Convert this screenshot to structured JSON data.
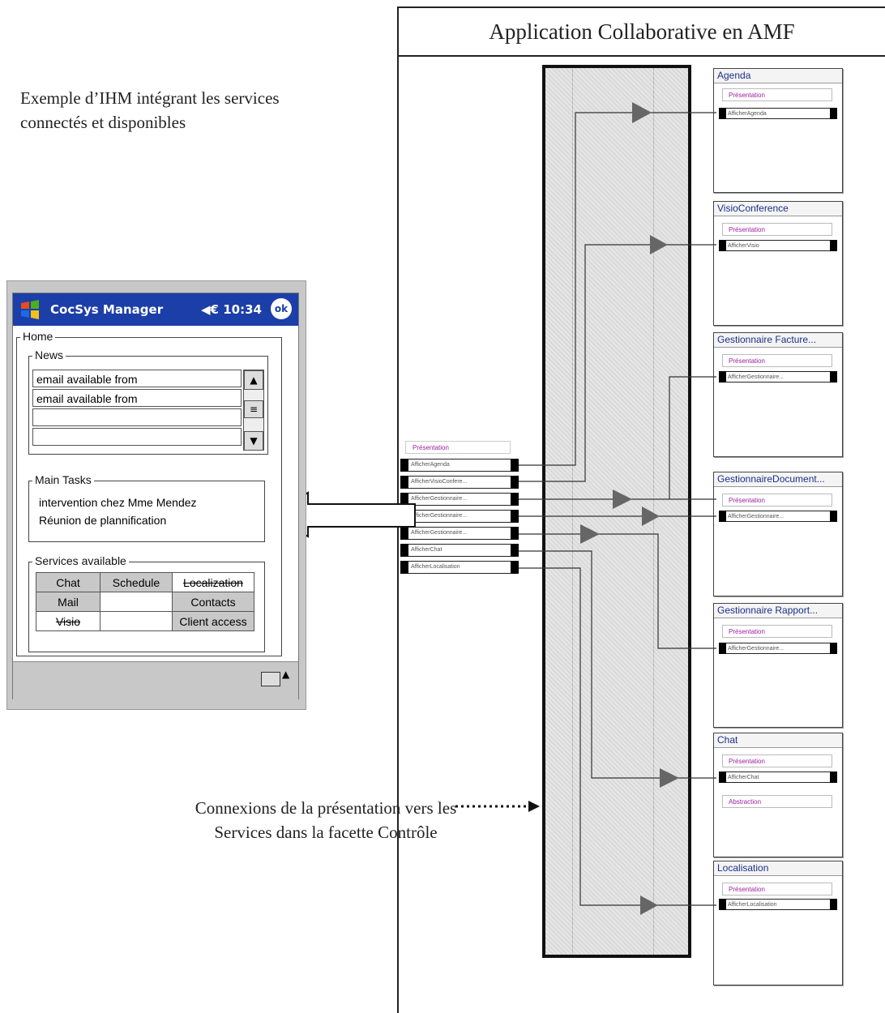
{
  "captions": {
    "top": "Exemple d’IHM intégrant les services connectés et disponibles",
    "bottom": "Connexions de la présentation vers les Services dans la facette Contrôle"
  },
  "app": {
    "title": "Application Collaborative en AMF"
  },
  "presentation_block": {
    "title": "Présentation",
    "ports": [
      "AfficherAgenda",
      "AfficherVisioConfere...",
      "AfficherGestionnaire...",
      "AfficherGestionnaire...",
      "AfficherGestionnaire...",
      "AfficherChat",
      "AfficherLocalisation"
    ]
  },
  "services": [
    {
      "name": "Agenda",
      "pres": "Présentation",
      "port": "AfficherAgenda"
    },
    {
      "name": "VisioConference",
      "pres": "Présentation",
      "port": "AfficherVisio"
    },
    {
      "name": "Gestionnaire Facture...",
      "pres": "Présentation",
      "port": "AfficherGestionnaire..."
    },
    {
      "name": "GestionnaireDocument...",
      "pres": "Présentation",
      "port": "AfficherGestionnaire..."
    },
    {
      "name": "Gestionnaire Rapport...",
      "pres": "Présentation",
      "port": "AfficherGestionnaire..."
    },
    {
      "name": "Chat",
      "pres": "Présentation",
      "port": "AfficherChat",
      "extra": "Abstraction"
    },
    {
      "name": "Localisation",
      "pres": "Présentation",
      "port": "AfficherLocalisation"
    }
  ],
  "device": {
    "app_name": "CocSys Manager",
    "clock": "◀€ 10:34",
    "ok": "ok",
    "home_label": "Home",
    "news": {
      "label": "News",
      "items": [
        "email available from",
        "email available from",
        "",
        ""
      ]
    },
    "tasks": {
      "label": "Main Tasks",
      "items": [
        "intervention chez Mme Mendez",
        "Réunion de plannification"
      ]
    },
    "services_available": {
      "label": "Services available",
      "rows": [
        [
          "Chat",
          "Schedule",
          "Localization"
        ],
        [
          "Mail",
          "",
          "Contacts"
        ],
        [
          "Visio",
          "",
          "Client access"
        ]
      ]
    }
  },
  "colors": {
    "title_bar": "#1c3ea8",
    "service_title": "#1a2f8a",
    "presentation_label": "#a020a0"
  }
}
